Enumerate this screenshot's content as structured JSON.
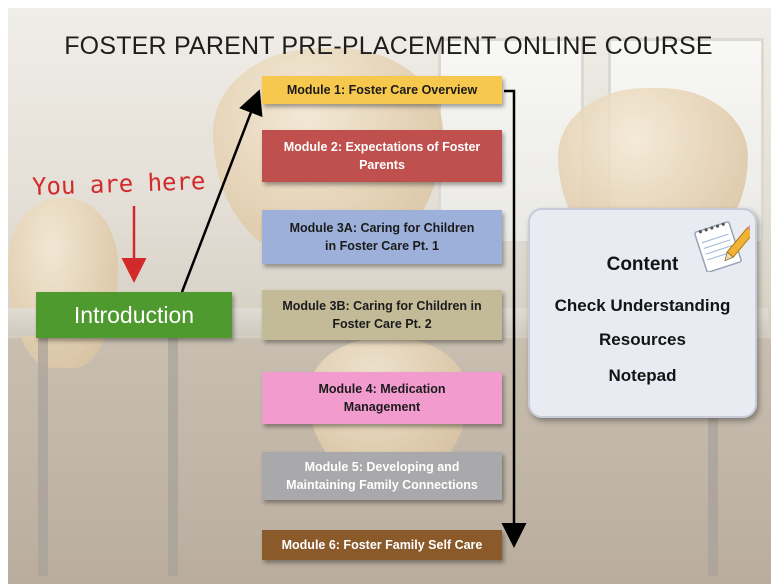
{
  "title": "FOSTER PARENT PRE-PLACEMENT ONLINE COURSE",
  "marker": {
    "text": "You are here",
    "color": "#d22a2a"
  },
  "introduction": {
    "label": "Introduction",
    "color": "#4f9a2e"
  },
  "modules": [
    {
      "line1": "Module 1: Foster Care Overview",
      "line2": "",
      "color": "#f7c84e",
      "text_color": "#1b1b1b"
    },
    {
      "line1": "Module 2: Expectations of Foster",
      "line2": "Parents",
      "color": "#c0504d",
      "text_color": "#ffffff"
    },
    {
      "line1": "Module 3A: Caring for Children",
      "line2": "in Foster Care Pt. 1",
      "color": "#9cb0da",
      "text_color": "#1b1b1b"
    },
    {
      "line1": "Module 3B: Caring for Children in",
      "line2": "Foster Care Pt. 2",
      "color": "#c3bb98",
      "text_color": "#1b1b1b"
    },
    {
      "line1": "Module 4: Medication",
      "line2": "Management",
      "color": "#f29bcf",
      "text_color": "#1b1b1b"
    },
    {
      "line1": "Module 5: Developing and",
      "line2": "Maintaining Family Connections",
      "color": "#a9a9ab",
      "text_color": "#ffffff"
    },
    {
      "line1": "Module 6: Foster Family Self Care",
      "line2": "",
      "color": "#8b5a2b",
      "text_color": "#ffffff"
    }
  ],
  "panel": {
    "items": [
      "Content",
      "Check Understanding",
      "Resources",
      "Notepad"
    ],
    "icon": "notepad-pencil-icon"
  }
}
